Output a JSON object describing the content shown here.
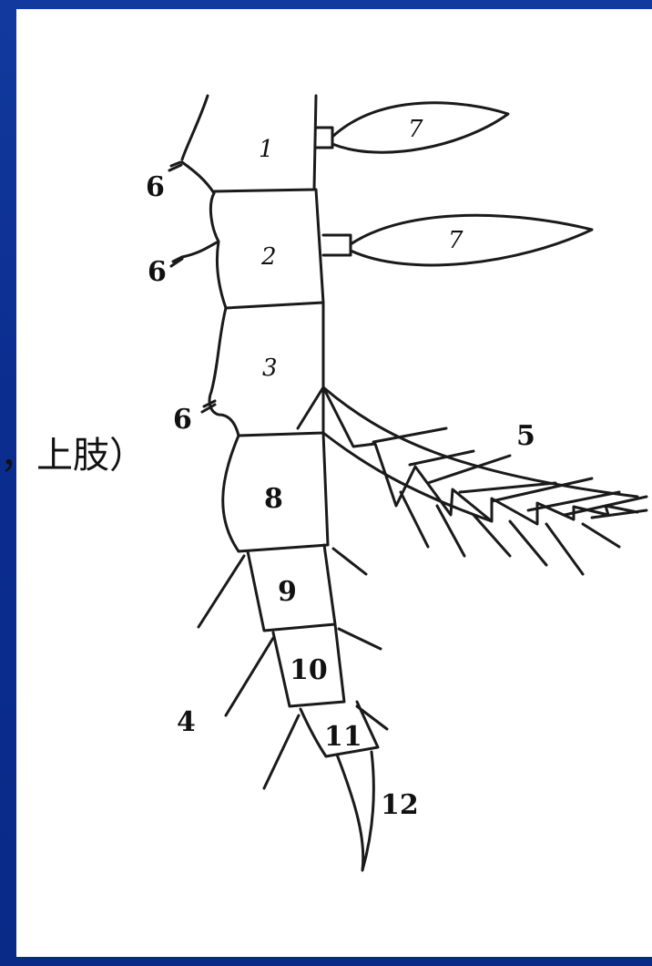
{
  "caption": "，上肢）",
  "labels": {
    "seg1": "1",
    "seg2": "2",
    "seg3": "3",
    "seg4": "4",
    "seg5": "5",
    "seg6a": "6",
    "seg6b": "6",
    "seg6c": "6",
    "seg7a": "7",
    "seg7b": "7",
    "seg8": "8",
    "seg9": "9",
    "seg10": "10",
    "seg11": "11",
    "seg12": "12"
  },
  "colors": {
    "background": "#0a2a8c",
    "panel": "#ffffff",
    "ink": "#1a1a1a"
  }
}
